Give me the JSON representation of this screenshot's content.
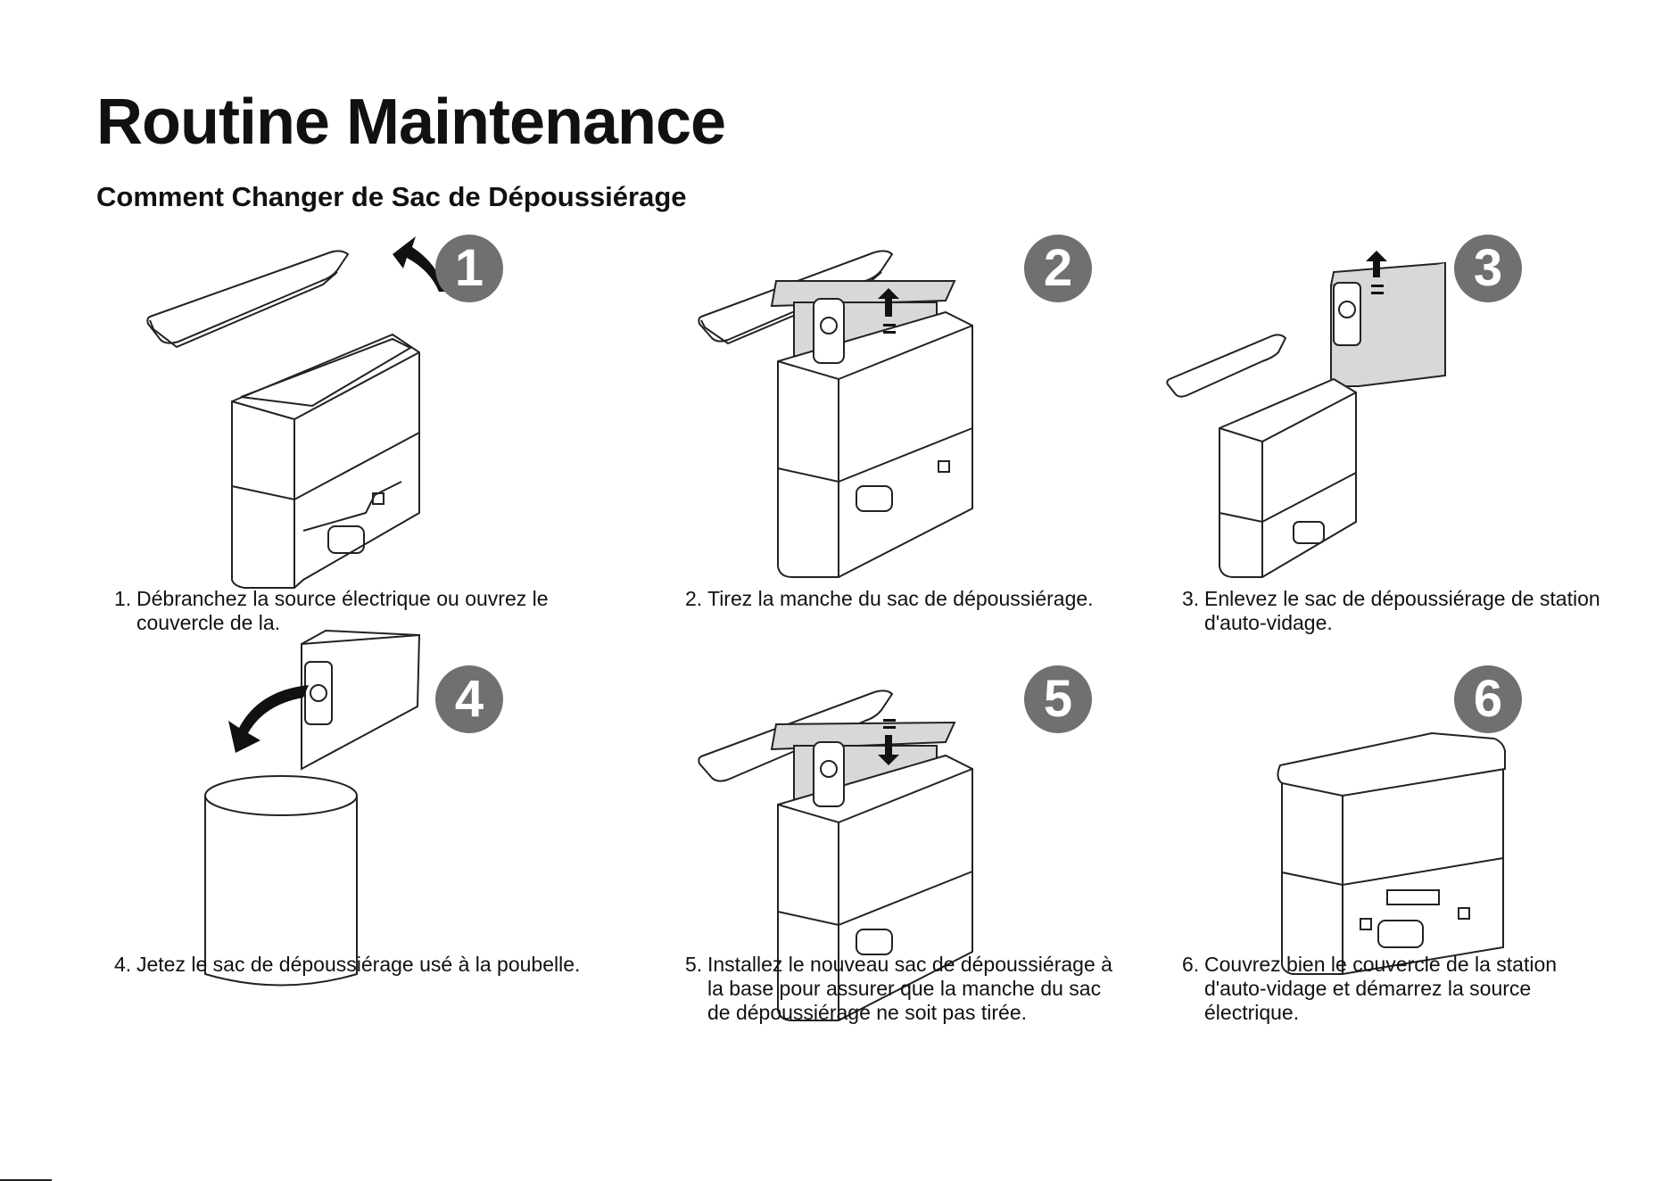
{
  "page": {
    "title": "Routine Maintenance",
    "subtitle": "Comment Changer de Sac de Dépoussiérage"
  },
  "steps": [
    {
      "badge": "1",
      "num": "1.",
      "text": "Débranchez la source électrique ou ouvrez le couvercle de la."
    },
    {
      "badge": "2",
      "num": "2.",
      "text": "Tirez la manche du sac de dépoussiérage."
    },
    {
      "badge": "3",
      "num": "3.",
      "text": "Enlevez le sac de dépoussiérage de station d'auto-vidage."
    },
    {
      "badge": "4",
      "num": "4.",
      "text": "Jetez le sac de dépoussiérage usé à la poubelle."
    },
    {
      "badge": "5",
      "num": "5.",
      "text": "Installez le nouveau sac de dépoussiérage à la base pour assurer que la manche du sac de dépoussiérage ne soit pas tirée."
    },
    {
      "badge": "6",
      "num": "6.",
      "text": "Couvrez bien le couvercle de la station d'auto-vidage et démarrez la source électrique."
    }
  ],
  "colors": {
    "badge": "#707070",
    "bag": "#d8d8d8",
    "stroke": "#222222"
  }
}
